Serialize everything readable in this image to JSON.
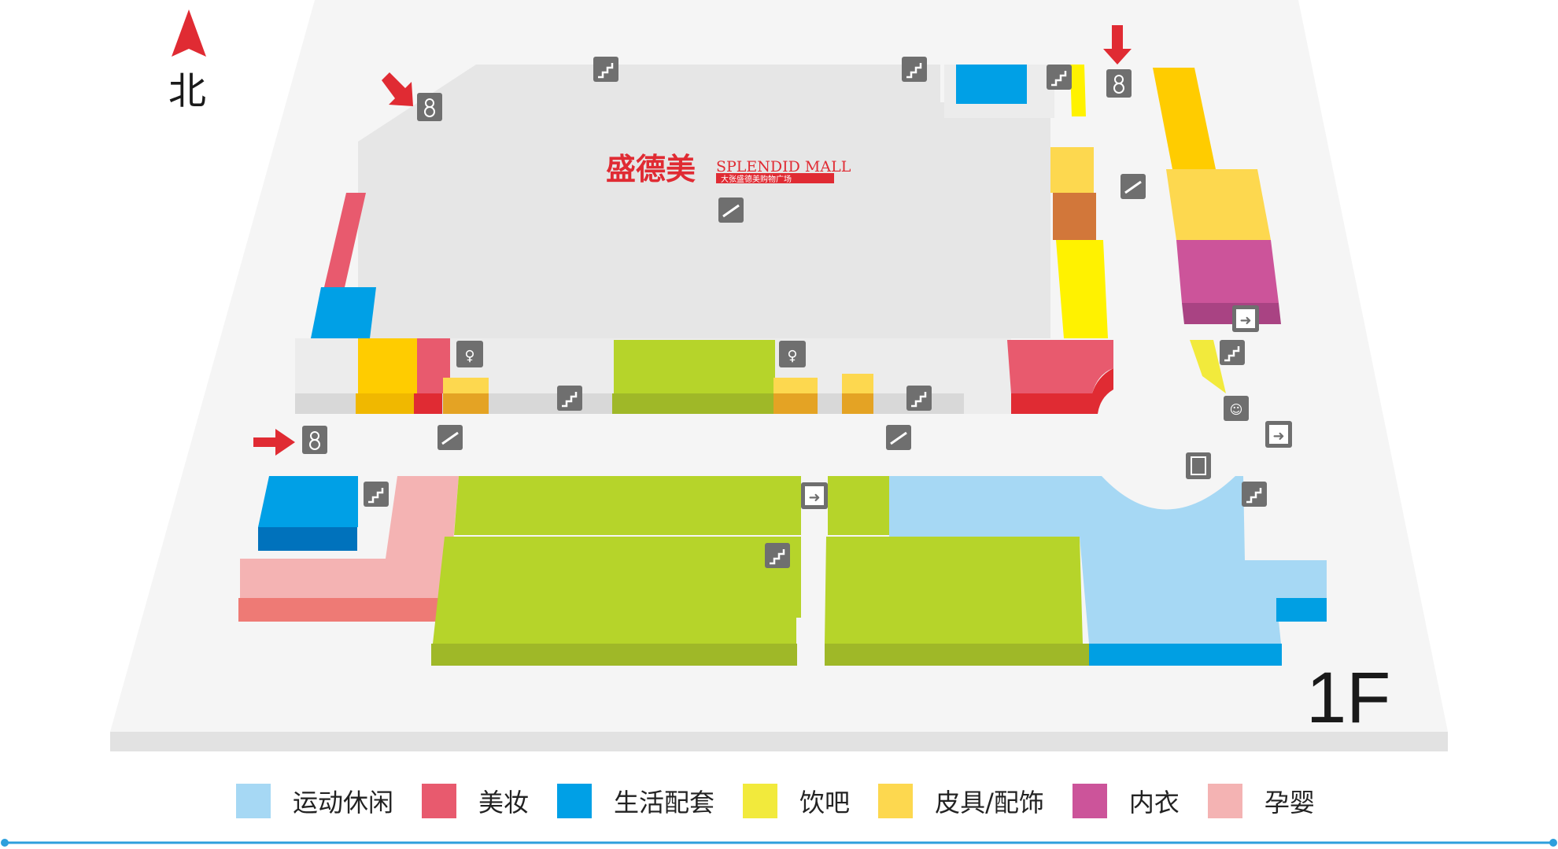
{
  "compass": {
    "label": "北"
  },
  "floor": {
    "label": "1F"
  },
  "mall_logo": {
    "cn": "盛德美",
    "en": "SPLENDID MALL",
    "sub": "大张盛德美购物广场"
  },
  "colors": {
    "sports": "#a6d8f4",
    "beauty": "#e85a6e",
    "living": "#00a0e6",
    "bar": "#fff200",
    "leather": "#fdd84f",
    "lingerie": "#cc549a",
    "baby": "#f4b3b3",
    "green": "#b6d42a",
    "orange_yellow": "#ffcc00",
    "floor": "#e8e8e8",
    "base": "#f4f4f4"
  },
  "icons": {
    "stairs": "stairs-icon",
    "escalator": "escalator-icon",
    "elevator": "elevator-icon",
    "restroom": "restroom-icon",
    "exit": "emergency-exit-icon",
    "entrance": "entrance-icon",
    "service": "service-desk-icon"
  },
  "legend": [
    {
      "label": "运动休闲",
      "color": "#a6d8f4"
    },
    {
      "label": "美妆",
      "color": "#e85a6e"
    },
    {
      "label": "生活配套",
      "color": "#00a0e6"
    },
    {
      "label": "饮吧",
      "color": "#f2ea3c"
    },
    {
      "label": "皮具/配饰",
      "color": "#fdd84f"
    },
    {
      "label": "内衣",
      "color": "#cc549a"
    },
    {
      "label": "孕婴",
      "color": "#f4b3b3"
    }
  ]
}
